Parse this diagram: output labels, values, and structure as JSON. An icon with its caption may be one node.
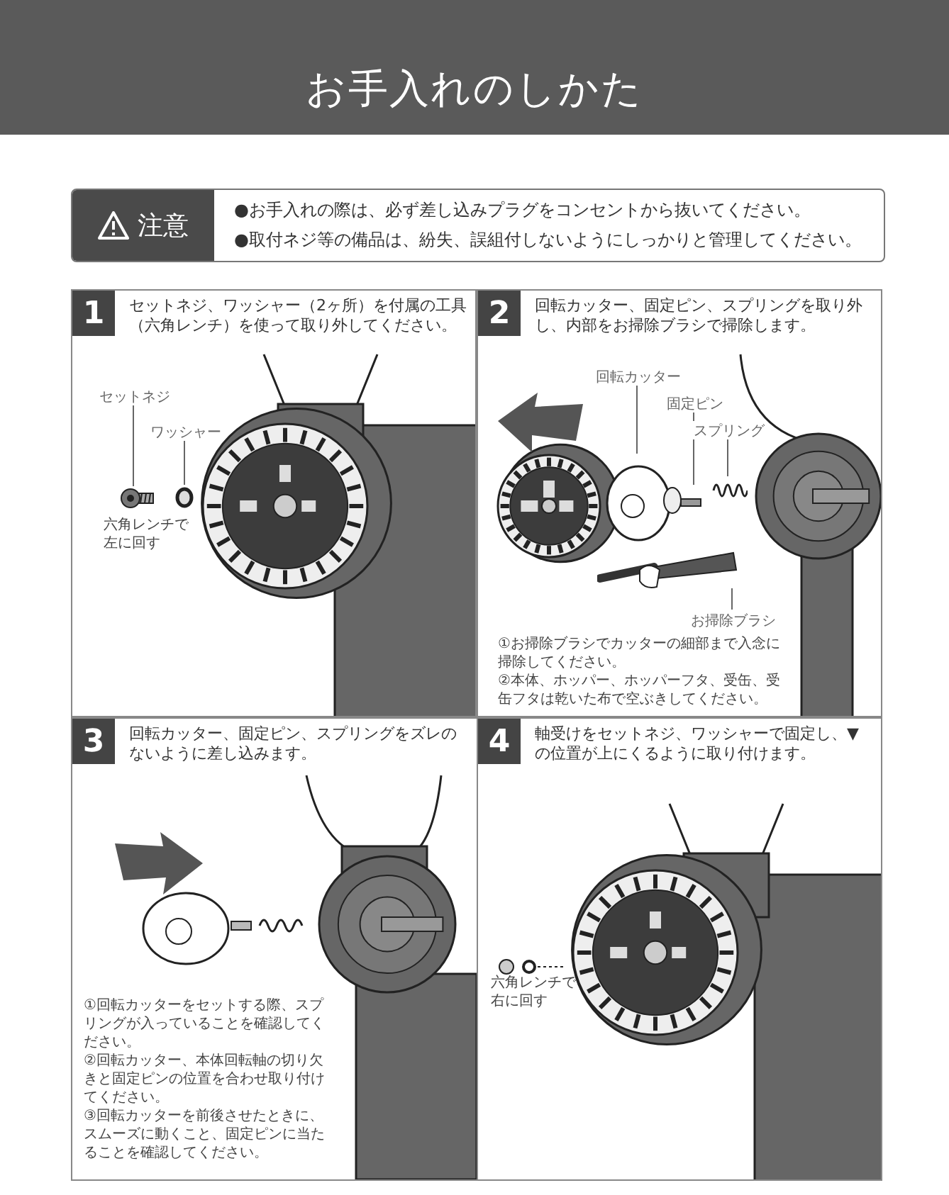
{
  "diagram": {
    "title": "お手入れのしかた",
    "nodes": [
      {
        "text": [
          "注意",
          "●お手入れの際は、必ず差し込みプラグをコンセントから抜いてください。",
          "●取付ネジ等の備品は、紛失、誤組付しないようにしっかりと管理してください。"
        ]
      },
      {
        "text": [
          "1",
          "セットネジ、ワッシャー（2ヶ所）を付属の工具（六角レンチ）を使って取り外してください。"
        ]
      },
      {
        "text": [
          "セットネジ"
        ],
        "in": 1
      },
      {
        "text": [],
        "shape": "picture",
        "in": 1
      },
      {
        "text": [
          "ワッシャー"
        ],
        "in": 1
      },
      {
        "text": [],
        "shape": "circle",
        "in": 1
      },
      {
        "text": [
          "2",
          "回転カッター、固定ピン、スプリングを取り外し、内部をお掃除ブラシで掃除します。"
        ]
      },
      {
        "text": [
          "回転カッター"
        ],
        "in": 6
      },
      {
        "text": [],
        "shape": "picture",
        "in": 6
      },
      {
        "text": [
          "固定ピン"
        ],
        "in": 6
      },
      {
        "text": [],
        "shape": "bar",
        "in": 6
      },
      {
        "text": [
          "スプリング"
        ],
        "in": 6
      },
      {
        "text": [],
        "shape": "picture",
        "in": 6
      },
      {
        "text": [
          "お掃除ブラシ"
        ],
        "in": 6
      },
      {
        "text": [],
        "shape": "picture",
        "in": 6
      },
      {
        "text": [
          "3",
          "回転カッター、固定ピン、スプリングをズレのないように差し込みます。"
        ]
      },
      {
        "text": [
          "4",
          "軸受けをセットネジ、ワッシャーで固定し、▼の位置が上にくるように取り付けます。"
        ]
      }
    ],
    "edges": [
      {
        "from": 2,
        "to": 3,
        "arrow": "none"
      },
      {
        "from": 4,
        "to": 5,
        "arrow": "none"
      },
      {
        "from": 7,
        "to": 8,
        "arrow": "none"
      },
      {
        "from": 9,
        "to": 10,
        "arrow": "none"
      },
      {
        "from": 11,
        "to": 12,
        "arrow": "none"
      },
      {
        "from": 13,
        "to": 14,
        "arrow": "none"
      }
    ],
    "labels": [
      "六角レンチで左に回す",
      "①お掃除ブラシでカッターの細部まで入念に掃除してください。",
      "②本体、ホッパー、ホッパーフタ、受缶、受缶フタは乾いた布で空ぶきしてください。",
      "①回転カッターをセットする際、スプリングが入っていることを確認してください。",
      "②回転カッター、本体回転軸の切り欠きと固定ピンの位置を合わせ取り付けてください。",
      "③回転カッターを前後させたときに、スムーズに動くこと、固定ピンに当たることを確認してください。",
      "六角レンチで右に回す"
    ]
  }
}
